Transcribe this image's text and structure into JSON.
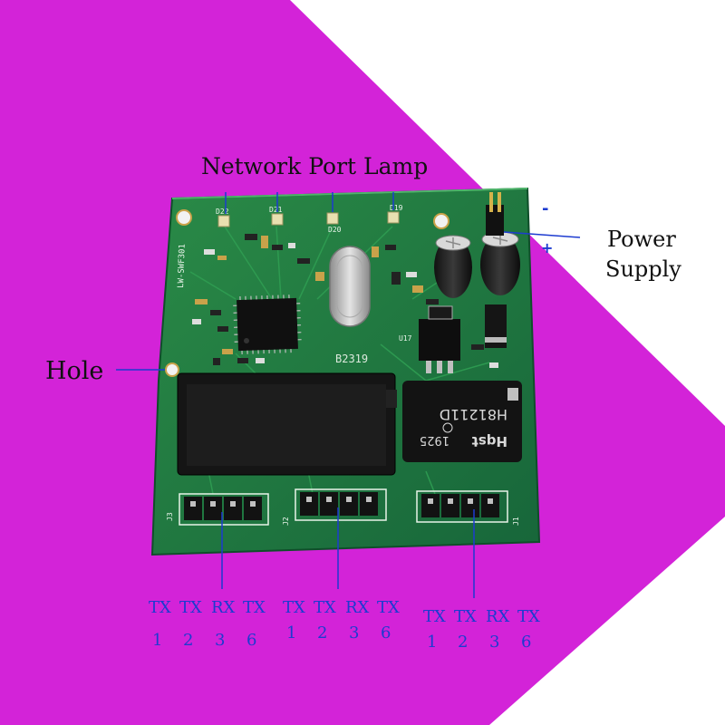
{
  "labels": {
    "lamp": "Network Port Lamp",
    "hole": "Hole",
    "power_line1": "Power",
    "power_line2": "Supply",
    "minus": "-",
    "plus": "+"
  },
  "board": {
    "model": "LW-SWF301",
    "date_code": "B2319",
    "transformer_top": "H81211D",
    "transformer_bottom": "1925",
    "transformer_brand": "Hqst",
    "regulator": "U17",
    "connectors": [
      "J3",
      "J2",
      "J1"
    ],
    "led_refs": [
      "D22",
      "D21",
      "D20",
      "D19"
    ]
  },
  "pins": {
    "groups": [
      {
        "names": [
          "TX",
          "TX",
          "RX",
          "TX"
        ],
        "numbers": [
          "1",
          "2",
          "3",
          "6"
        ]
      },
      {
        "names": [
          "TX",
          "TX",
          "RX",
          "TX"
        ],
        "numbers": [
          "1",
          "2",
          "3",
          "6"
        ]
      },
      {
        "names": [
          "TX",
          "TX",
          "RX",
          "TX"
        ],
        "numbers": [
          "1",
          "2",
          "3",
          "6"
        ]
      }
    ]
  },
  "colors": {
    "magenta": "#d323d8",
    "background_white": "#ffffff",
    "pcb_green": "#1d7a3c",
    "label_blue": "#1d3bd0"
  }
}
